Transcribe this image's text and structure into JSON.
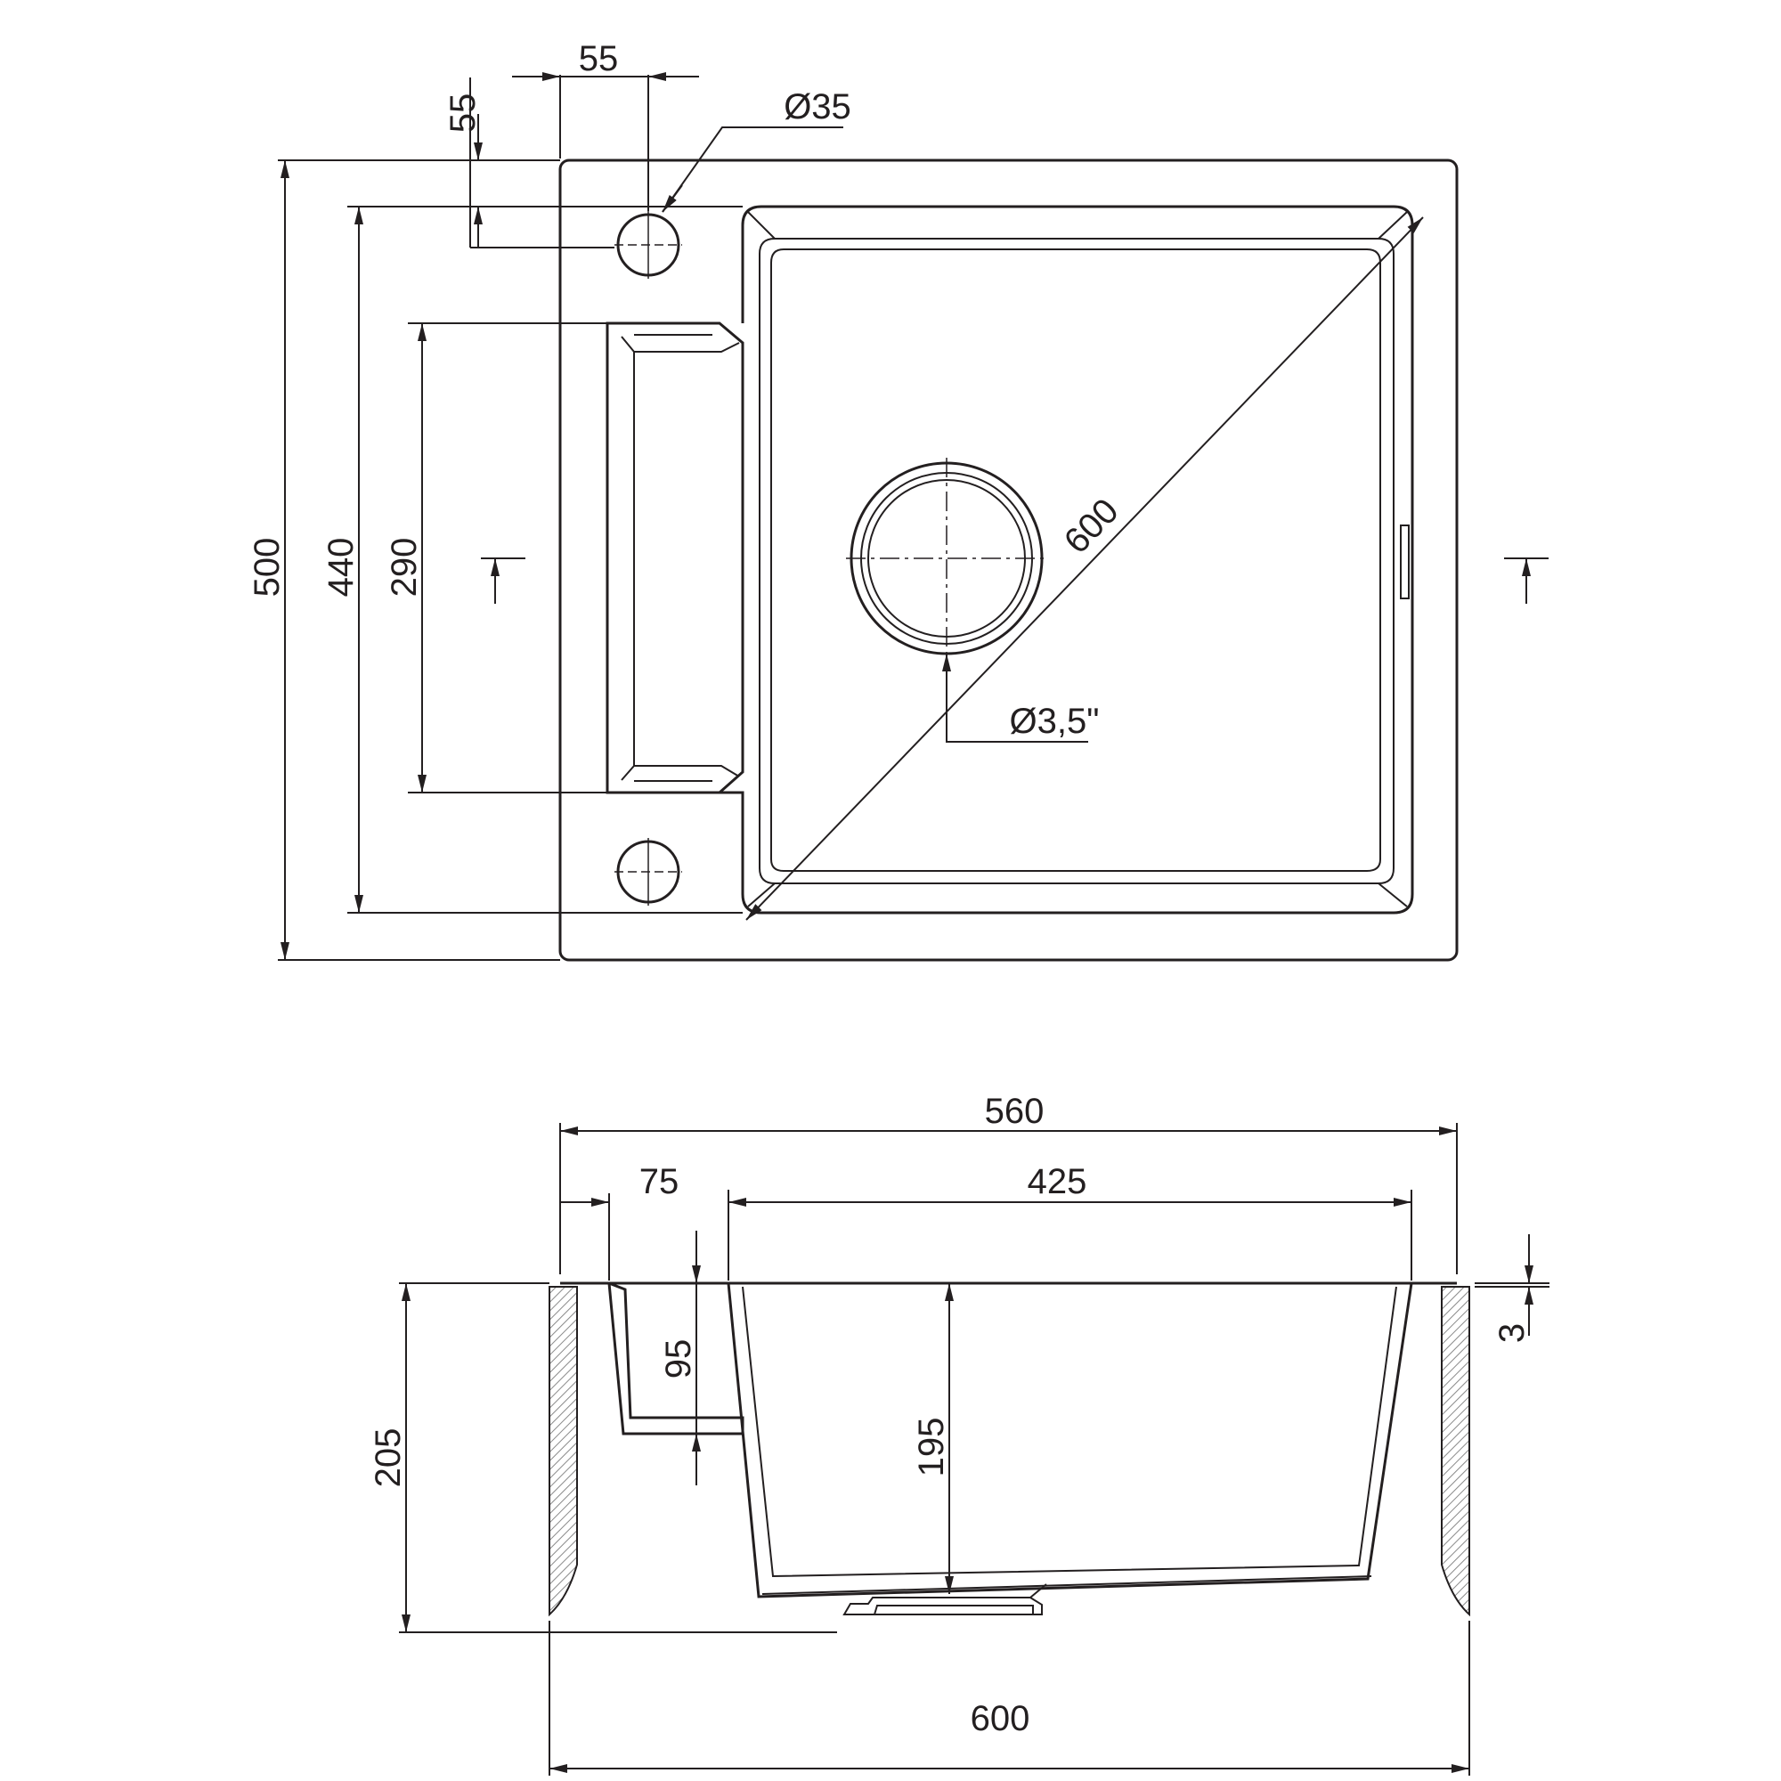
{
  "colors": {
    "line": "#231f20",
    "hatch": "#7a7a7a",
    "background": "#ffffff"
  },
  "top_view": {
    "dimensions": {
      "hole_offset_x": "55",
      "hole_offset_y": "55",
      "tap_hole_diameter": "Ø35",
      "overall_depth": "500",
      "bowl_depth": "440",
      "drainer_length": "290",
      "bowl_diagonal": "600",
      "waste_diameter": "Ø3,5\""
    }
  },
  "section_view": {
    "dimensions": {
      "overall_width_top": "560",
      "drainer_width": "75",
      "bowl_width": "425",
      "rim_thickness": "3",
      "drainer_depth": "95",
      "bowl_depth": "195",
      "overall_height": "205",
      "cabinet_width": "600"
    }
  }
}
